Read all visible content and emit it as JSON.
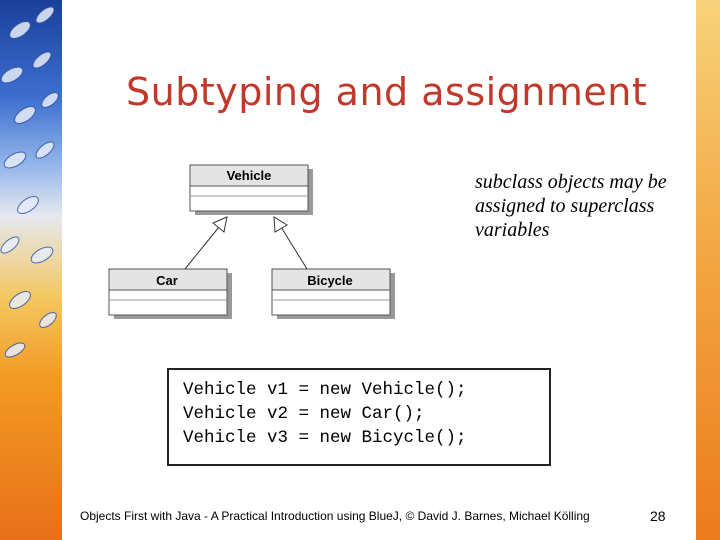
{
  "slide": {
    "title": "Subtyping and assignment",
    "note": "subclass objects may be assigned to superclass variables",
    "footer": "Objects First with Java - A Practical Introduction using BlueJ, © David J. Barnes, Michael Kölling",
    "page_number": "28"
  },
  "diagram": {
    "superclass": "Vehicle",
    "subclasses": [
      "Car",
      "Bicycle"
    ]
  },
  "code": {
    "lines": [
      "Vehicle v1 = new Vehicle();",
      "Vehicle v2 = new Car();",
      "Vehicle v3 = new Bicycle();"
    ]
  },
  "colors": {
    "title": "#c0392b",
    "class_header": "#e4e4e4",
    "shadow": "#999999"
  }
}
